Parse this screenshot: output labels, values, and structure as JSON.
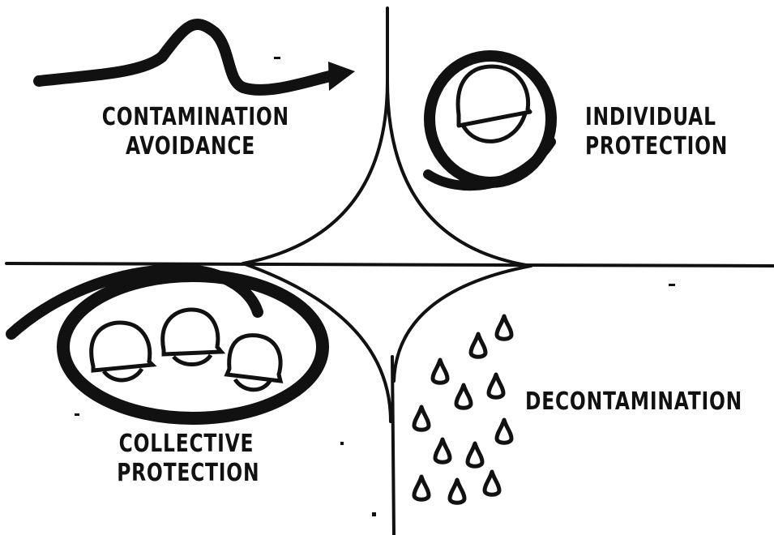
{
  "quadrants": {
    "contamination_avoidance": {
      "line1": "CONTAMINATION",
      "line2": "AVOIDANCE"
    },
    "individual_protection": {
      "line1": "INDIVIDUAL",
      "line2": "PROTECTION"
    },
    "collective_protection": {
      "line1": "COLLECTIVE",
      "line2": "PROTECTION"
    },
    "decontamination": {
      "line1": "DECONTAMINATION"
    }
  },
  "colors": {
    "ink": "#111111",
    "paper": "#ffffff"
  },
  "icons": [
    "wave-arrow-icon",
    "helmet-icon",
    "protective-ring-icon",
    "shelter-dome-icon",
    "water-drop-icon"
  ]
}
